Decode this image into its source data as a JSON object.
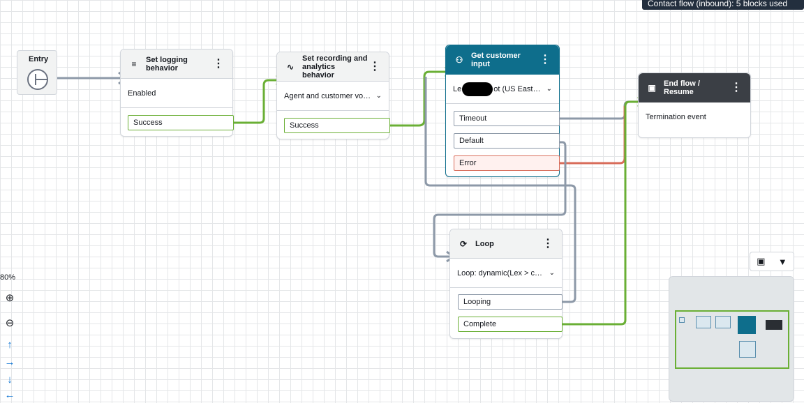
{
  "top_banner": "Contact flow (inbound): 5 blocks used",
  "zoom": {
    "percent": "80%",
    "zoom_in_icon": "zoom-in-icon",
    "zoom_out_icon": "zoom-out-icon"
  },
  "pan": {
    "up": "↑",
    "right": "→",
    "down": "↓",
    "left": "←"
  },
  "entry": {
    "label": "Entry"
  },
  "blocks": {
    "logging": {
      "title_line1": "Set logging",
      "title_line2": "behavior",
      "setting": "Enabled",
      "branch": "Success",
      "icon": "logging-icon"
    },
    "recording": {
      "title_line1": "Set recording and",
      "title_line2": "analytics behavior",
      "setting": "Agent and customer voic...",
      "branch": "Success",
      "icon": "waveform-icon"
    },
    "input": {
      "title": "Get customer input",
      "setting_pre": "Le",
      "setting_post": "ot (US East: ...",
      "branches": [
        "Timeout",
        "Default",
        "Error"
      ],
      "icon": "customer-input-icon"
    },
    "end": {
      "title": "End flow / Resume",
      "setting": "Termination event",
      "icon": "end-flow-icon"
    },
    "loop": {
      "title": "Loop",
      "setting": "Loop: dynamic(Lex > con...",
      "branches": [
        "Looping",
        "Complete"
      ],
      "icon": "loop-icon"
    }
  },
  "colors": {
    "success": "#6aaf35",
    "neutral": "#8d99a8",
    "error": "#d86c5a",
    "accent": "#0e6e8c"
  }
}
